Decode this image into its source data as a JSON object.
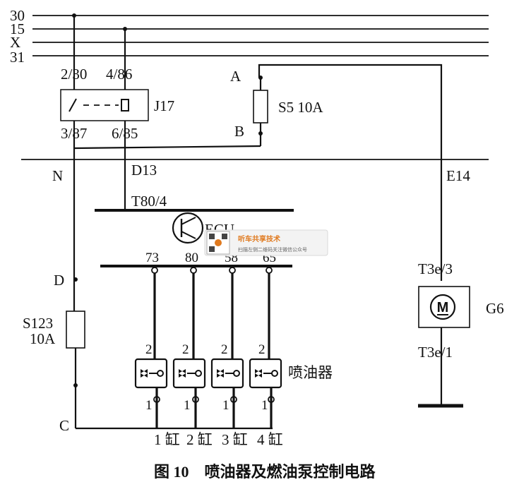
{
  "bus_lines": [
    "30",
    "15",
    "X",
    "31"
  ],
  "relay": {
    "name": "J17",
    "pin_in_switch": "2/30",
    "pin_in_coil": "4/86",
    "pin_out_switch": "3/87",
    "pin_out_coil": "6/85"
  },
  "fuse_s5": {
    "name": "S5 10A",
    "pin_top": "A",
    "pin_bottom": "B"
  },
  "wires": {
    "n": "N",
    "d13": "D13",
    "e14": "E14"
  },
  "ecu": {
    "connector": "T80/4",
    "label": "ECU",
    "pins": [
      "73",
      "80",
      "58",
      "65"
    ]
  },
  "fuse_s123": {
    "label_line1": "S123",
    "label_line2": "10A",
    "pin_top": "D",
    "pin_bottom": "C"
  },
  "pump": {
    "name": "G6",
    "symbol": "M",
    "pin_top": "T3e/3",
    "pin_bottom": "T3e/1"
  },
  "injectors": {
    "label": "喷油器",
    "pin_top": "2",
    "pin_bottom": "1",
    "cylinders": [
      "1 缸",
      "2 缸",
      "3 缸",
      "4 缸"
    ]
  },
  "caption": "图 10    喷油器及燃油泵控制电路",
  "watermark": {
    "title": "听车共享技术",
    "subtitle": "扫描左侧二维码关注微信公众号"
  }
}
